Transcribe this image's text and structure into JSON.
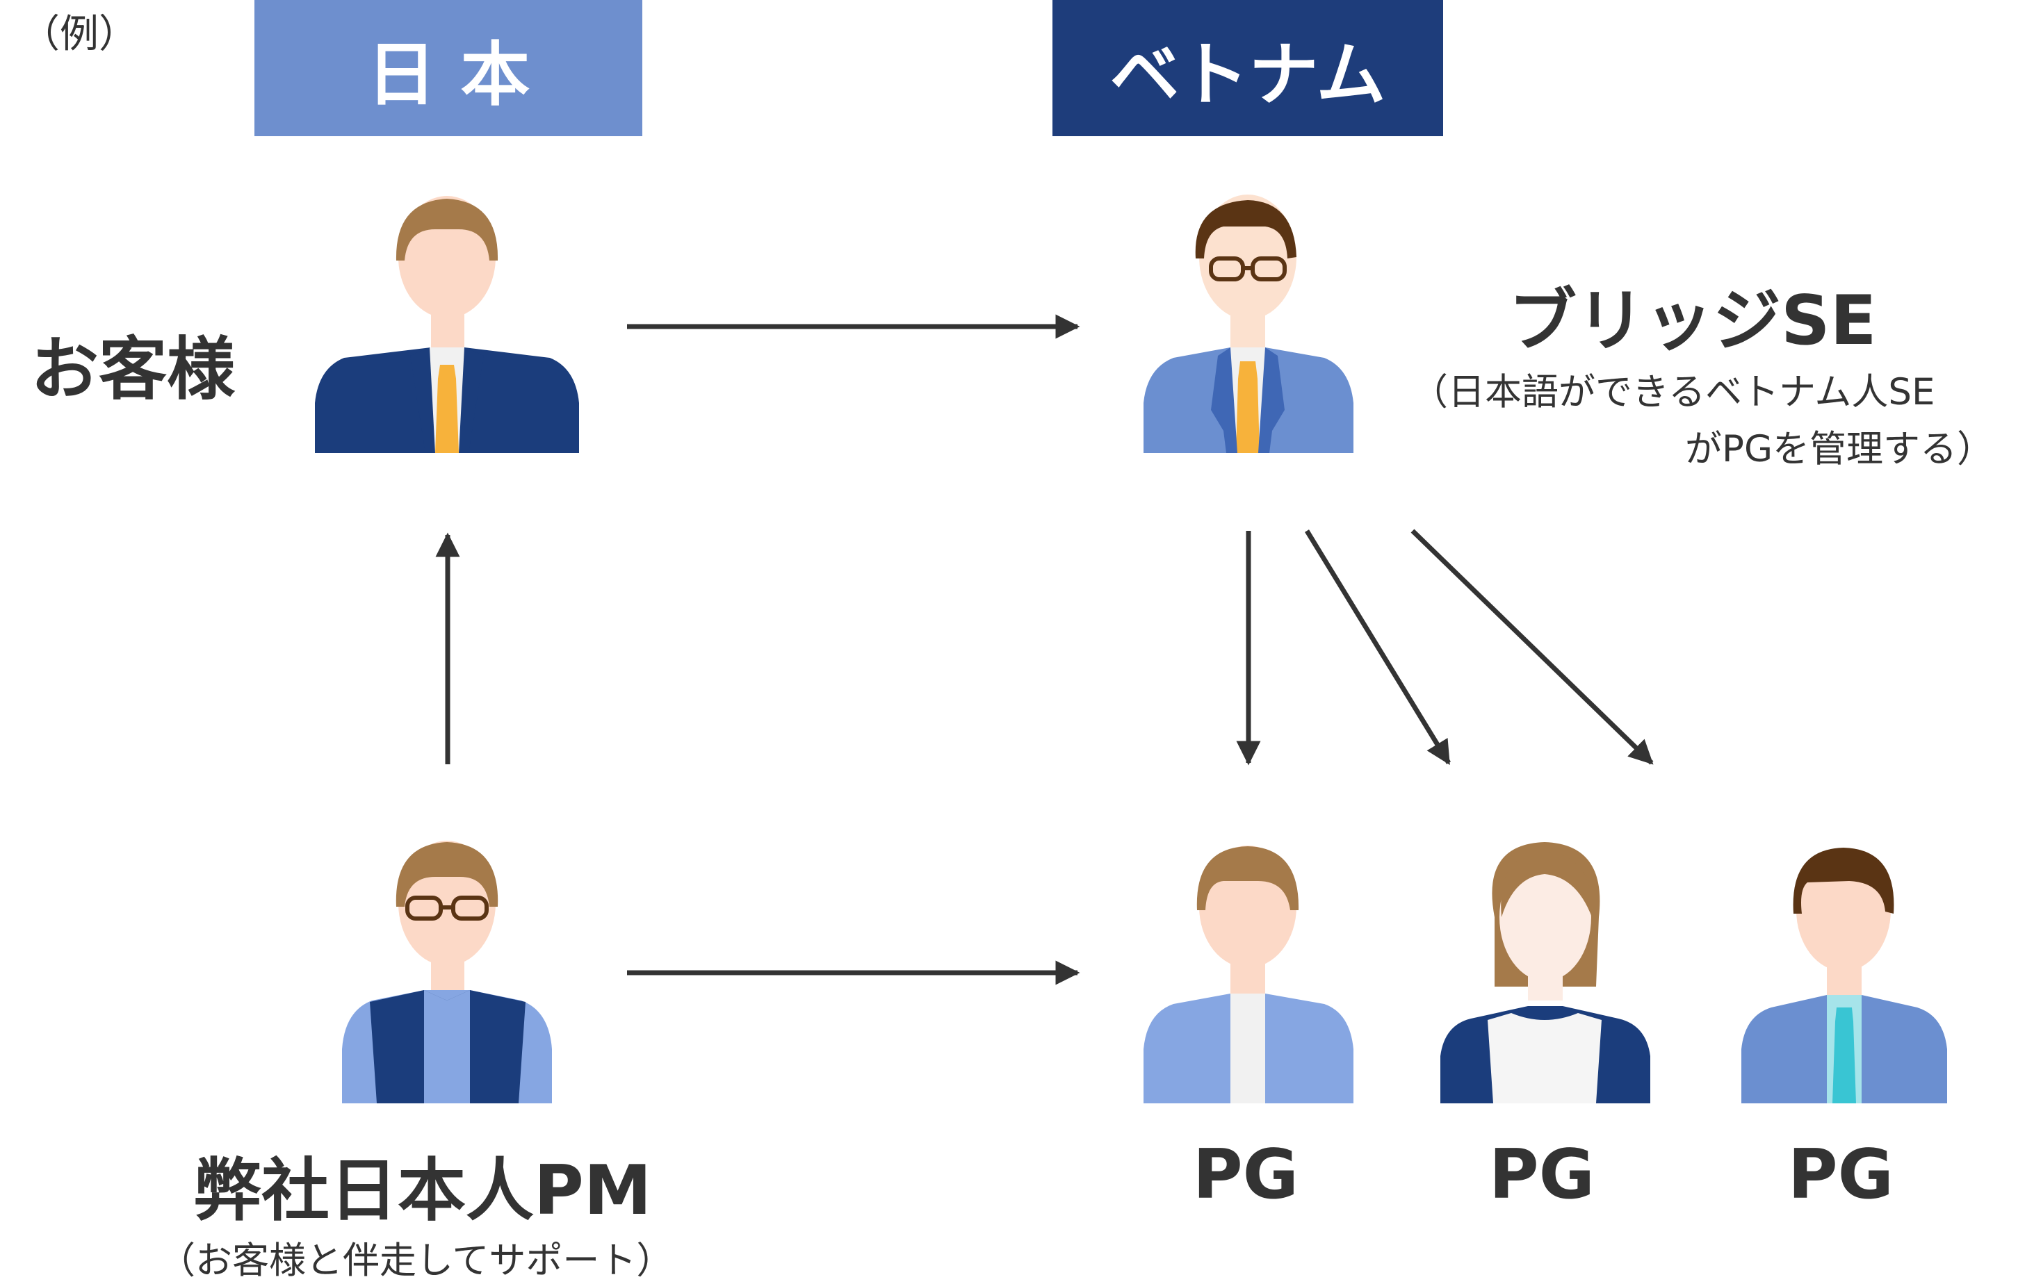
{
  "example_note": "（例）",
  "header": {
    "japan": "日 本",
    "vietnam": "ベトナム"
  },
  "nodes": {
    "customer": {
      "label": "お客様"
    },
    "bridge_se": {
      "label": "ブリッジSE",
      "note_line1": "（日本語ができるベトナム人SE",
      "note_line2": "がPGを管理する）"
    },
    "pm": {
      "label": "弊社日本人PM",
      "note": "（お客様と伴走してサポート）"
    },
    "pg1": {
      "label": "PG"
    },
    "pg2": {
      "label": "PG"
    },
    "pg3": {
      "label": "PG"
    }
  },
  "colors": {
    "japan_header": "#6e8fce",
    "vietnam_header": "#1e3d7b",
    "arrow": "#333333",
    "suit_navy": "#1b3d7c",
    "suit_blue": "#6b8fd0",
    "tie_orange": "#f7b23b"
  }
}
